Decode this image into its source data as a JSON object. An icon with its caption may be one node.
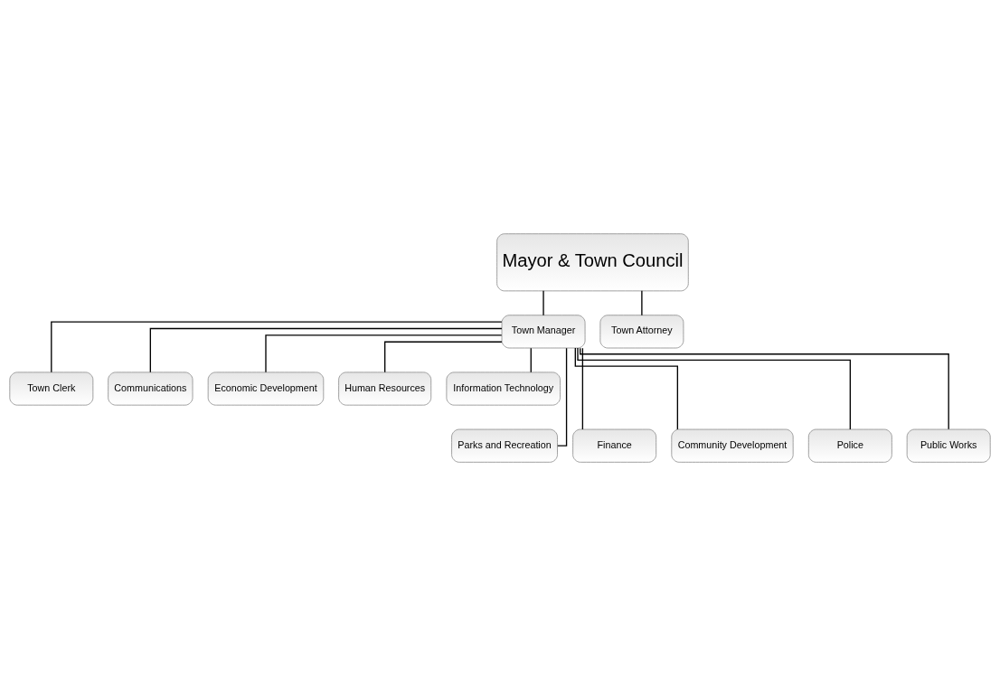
{
  "diagram": {
    "nodes": [
      {
        "text": [
          "Mayor & Town Council"
        ]
      },
      {
        "text": [
          "Town Manager"
        ]
      },
      {
        "text": [
          "Town Attorney"
        ]
      },
      {
        "text": [
          "Town Clerk"
        ]
      },
      {
        "text": [
          "Communications"
        ]
      },
      {
        "text": [
          "Economic Development"
        ]
      },
      {
        "text": [
          "Human Resources"
        ]
      },
      {
        "text": [
          "Information Technology"
        ]
      },
      {
        "text": [
          "Parks and Recreation"
        ]
      },
      {
        "text": [
          "Finance"
        ]
      },
      {
        "text": [
          "Community Development"
        ]
      },
      {
        "text": [
          "Police"
        ]
      },
      {
        "text": [
          "Public Works"
        ]
      }
    ],
    "edges": [
      {
        "from": 0,
        "to": 1,
        "arrow": "none"
      },
      {
        "from": 0,
        "to": 2,
        "arrow": "none"
      },
      {
        "from": 1,
        "to": 3,
        "arrow": "none"
      },
      {
        "from": 1,
        "to": 4,
        "arrow": "none"
      },
      {
        "from": 1,
        "to": 5,
        "arrow": "none"
      },
      {
        "from": 1,
        "to": 6,
        "arrow": "none"
      },
      {
        "from": 1,
        "to": 7,
        "arrow": "none"
      },
      {
        "from": 1,
        "to": 8,
        "arrow": "none"
      },
      {
        "from": 1,
        "to": 9,
        "arrow": "none"
      },
      {
        "from": 1,
        "to": 10,
        "arrow": "none"
      },
      {
        "from": 1,
        "to": 11,
        "arrow": "none"
      },
      {
        "from": 1,
        "to": 12,
        "arrow": "none"
      }
    ]
  }
}
